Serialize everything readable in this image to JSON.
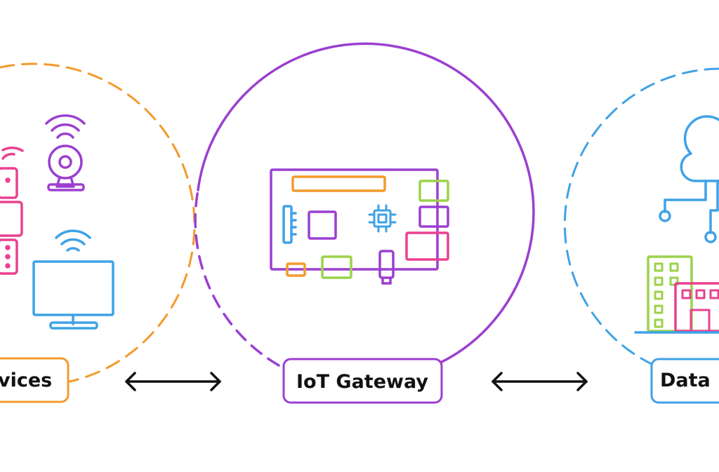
{
  "diagram": {
    "labels": {
      "devices": "vices",
      "gateway": "IoT Gateway",
      "data": "Data"
    },
    "colors": {
      "devices": "#F39A2B",
      "gateway": "#9B3FD0",
      "data": "#3FA2E6",
      "pink": "#E9418F",
      "green": "#9BD24A",
      "text": "#111111",
      "arrow": "#111111"
    },
    "icons": {
      "devices": [
        "smartwatch-icon",
        "wireless-camera-icon",
        "smart-tv-icon",
        "wifi-icon"
      ],
      "gateway": [
        "circuit-board-icon",
        "microchip-icon"
      ],
      "data": [
        "cloud-network-icon",
        "buildings-icon"
      ]
    },
    "connections": [
      {
        "from": "devices",
        "to": "gateway",
        "type": "bidirectional"
      },
      {
        "from": "gateway",
        "to": "data",
        "type": "bidirectional"
      }
    ]
  }
}
